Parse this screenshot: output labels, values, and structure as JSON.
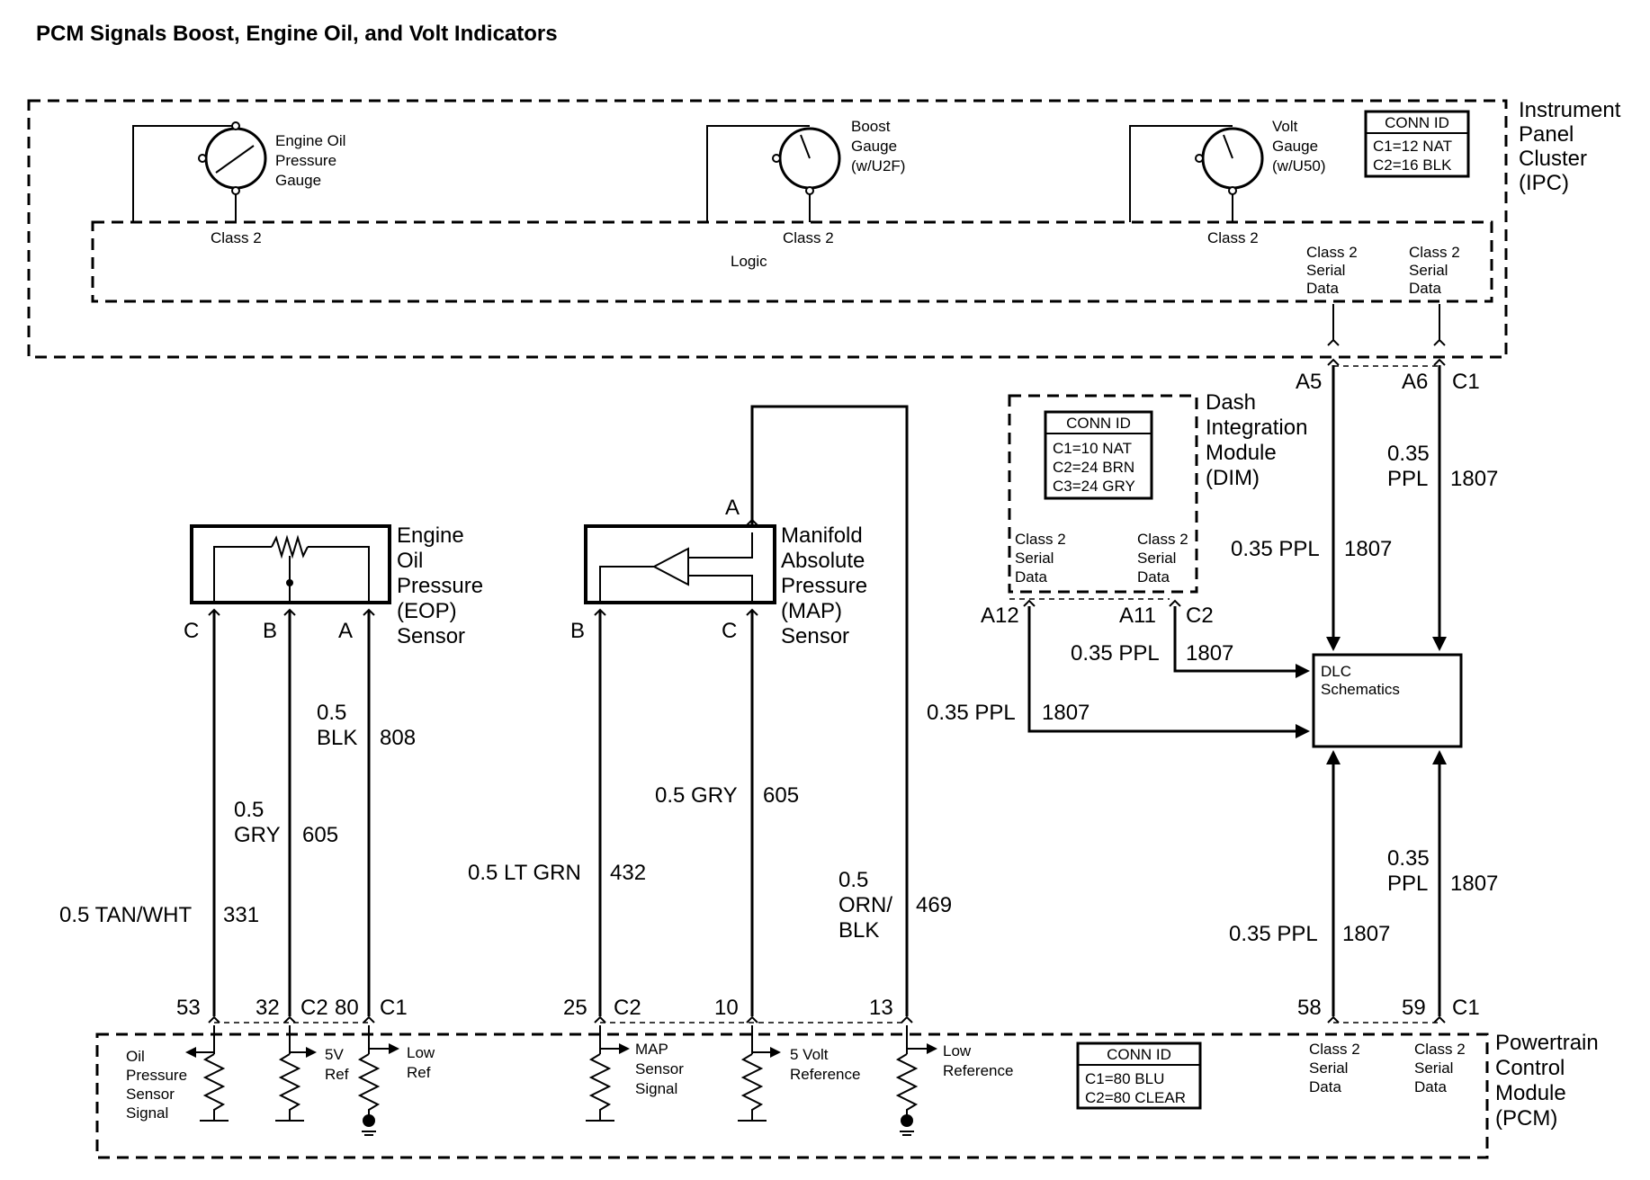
{
  "title": "PCM Signals Boost, Engine Oil, and Volt Indicators",
  "ipc": {
    "name": [
      "Instrument",
      "Panel",
      "Cluster",
      "(IPC)"
    ],
    "logic_label": "Logic",
    "gauges": [
      {
        "label": [
          "Engine Oil",
          "Pressure",
          "Gauge"
        ],
        "bus": "Class 2"
      },
      {
        "label": [
          "Boost",
          "Gauge",
          "(w/U2F)"
        ],
        "bus": "Class 2"
      },
      {
        "label": [
          "Volt",
          "Gauge",
          "(w/U50)"
        ],
        "bus": "Class 2"
      }
    ],
    "serial_data_a": [
      "Class 2",
      "Serial",
      "Data"
    ],
    "serial_data_b": [
      "Class 2",
      "Serial",
      "Data"
    ],
    "conn_id": {
      "header": "CONN ID",
      "rows": [
        "C1=12 NAT",
        "C2=16 BLK"
      ]
    },
    "pins": {
      "a5": "A5",
      "a6": "A6",
      "c1": "C1"
    }
  },
  "dim": {
    "name": [
      "Dash",
      "Integration",
      "Module",
      "(DIM)"
    ],
    "conn_id": {
      "header": "CONN ID",
      "rows": [
        "C1=10 NAT",
        "C2=24 BRN",
        "C3=24 GRY"
      ]
    },
    "serial_data_a": [
      "Class 2",
      "Serial",
      "Data"
    ],
    "serial_data_b": [
      "Class 2",
      "Serial",
      "Data"
    ],
    "pins": {
      "a12": "A12",
      "a11": "A11",
      "c2": "C2"
    }
  },
  "eop": {
    "name": [
      "Engine",
      "Oil",
      "Pressure",
      "(EOP)",
      "Sensor"
    ],
    "pins": {
      "c": "C",
      "b": "B",
      "a": "A"
    }
  },
  "map": {
    "name": [
      "Manifold",
      "Absolute",
      "Pressure",
      "(MAP)",
      "Sensor"
    ],
    "pins": {
      "a": "A",
      "b": "B",
      "c": "C"
    }
  },
  "dlc": {
    "label": [
      "DLC",
      "Schematics"
    ]
  },
  "pcm": {
    "name": [
      "Powertrain",
      "Control",
      "Module",
      "(PCM)"
    ],
    "conn_id": {
      "header": "CONN ID",
      "rows": [
        "C1=80 BLU",
        "C2=80 CLEAR"
      ]
    },
    "circuits": [
      {
        "label": [
          "Oil",
          "Pressure",
          "Sensor",
          "Signal"
        ]
      },
      {
        "label": [
          "5V",
          "Ref"
        ]
      },
      {
        "label": [
          "Low",
          "Ref"
        ]
      },
      {
        "label": [
          "MAP",
          "Sensor",
          "Signal"
        ]
      },
      {
        "label": [
          "5 Volt",
          "Reference"
        ]
      },
      {
        "label": [
          "Low",
          "Reference"
        ]
      }
    ],
    "serial_data_a": [
      "Class 2",
      "Serial",
      "Data"
    ],
    "serial_data_b": [
      "Class 2",
      "Serial",
      "Data"
    ],
    "pins": {
      "p53": "53",
      "p32": "32",
      "c2a": "C2",
      "p80": "80",
      "c1a": "C1",
      "p25": "25",
      "c2b": "C2",
      "p10": "10",
      "p13": "13",
      "p58": "58",
      "p59": "59",
      "c1b": "C1"
    }
  },
  "wires": {
    "w331": {
      "color": "0.5 TAN/WHT",
      "circuit": "331"
    },
    "w605a": {
      "color": [
        "0.5",
        "GRY"
      ],
      "circuit": "605"
    },
    "w808": {
      "color": [
        "0.5",
        "BLK"
      ],
      "circuit": "808"
    },
    "w432": {
      "color": "0.5 LT GRN",
      "circuit": "432"
    },
    "w605b": {
      "color": "0.5 GRY",
      "circuit": "605"
    },
    "w469": {
      "color": [
        "0.5",
        "ORN/",
        "BLK"
      ],
      "circuit": "469"
    },
    "w1807_ipc_a": {
      "color": "0.35 PPL",
      "circuit": "1807"
    },
    "w1807_ipc_b": {
      "color": [
        "0.35",
        "PPL"
      ],
      "circuit": "1807"
    },
    "w1807_dim_a11": {
      "color": "0.35 PPL",
      "circuit": "1807"
    },
    "w1807_dim_a12": {
      "color": "0.35 PPL",
      "circuit": "1807"
    },
    "w1807_pcm_a": {
      "color": "0.35 PPL",
      "circuit": "1807"
    },
    "w1807_pcm_b": {
      "color": [
        "0.35",
        "PPL"
      ],
      "circuit": "1807"
    }
  }
}
